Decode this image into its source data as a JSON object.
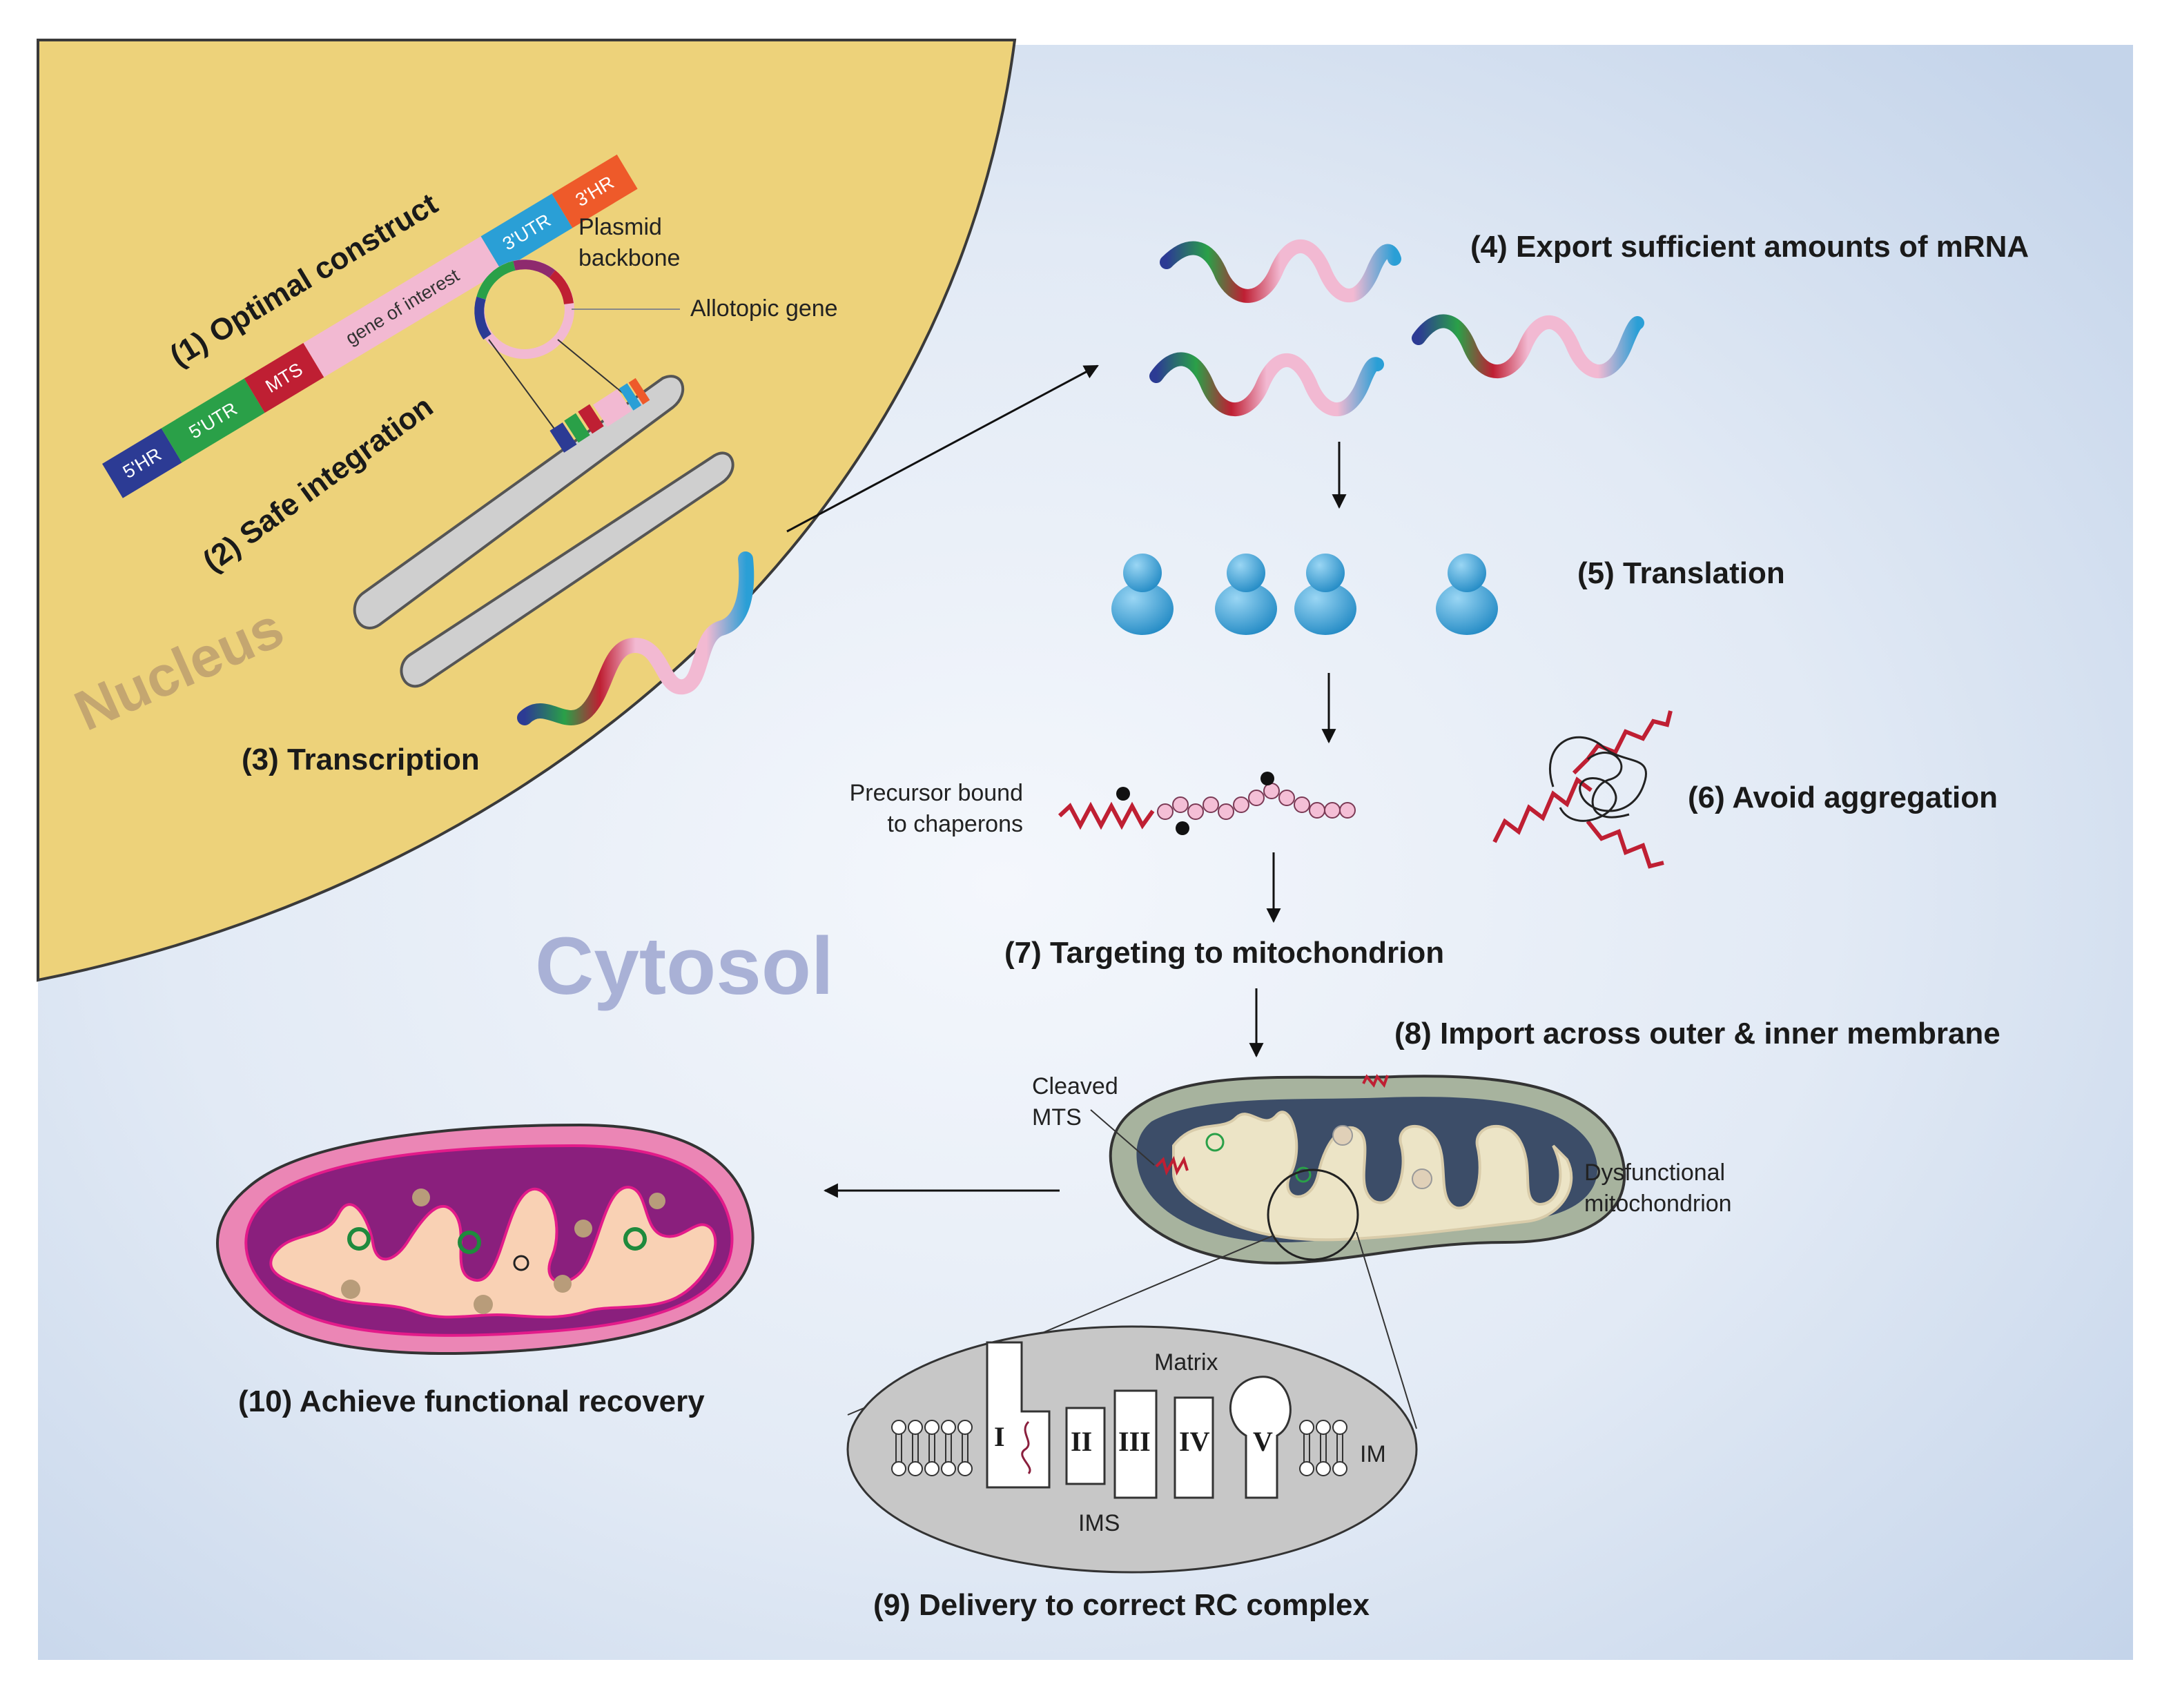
{
  "regions": {
    "nucleus": "Nucleus",
    "cytosol": "Cytosol"
  },
  "construct": {
    "segments": [
      "5'HR",
      "5'UTR",
      "MTS",
      "gene of interest",
      "3'UTR",
      "3'HR"
    ],
    "plasmid_label": [
      "Plasmid",
      "backbone"
    ],
    "allotopic_label": "Allotopic gene"
  },
  "steps": {
    "s1": "(1) Optimal construct",
    "s2": "(2) Safe integration",
    "s3": "(3) Transcription",
    "s4": "(4) Export sufficient amounts of mRNA",
    "s5": "(5) Translation",
    "s6": "(6) Avoid aggregation",
    "s7": "(7) Targeting to mitochondrion",
    "s8": "(8) Import across outer & inner membrane",
    "s9": "(9) Delivery to correct RC complex",
    "s10": "(10) Achieve functional recovery"
  },
  "notes": {
    "precursor": [
      "Precursor bound",
      "to chaperons"
    ],
    "cleaved": [
      "Cleaved",
      "MTS"
    ],
    "dysfunctional": [
      "Dysfunctional",
      "mitochondrion"
    ]
  },
  "inset": {
    "matrix": "Matrix",
    "ims": "IMS",
    "im": "IM",
    "complexes": [
      "I",
      "II",
      "III",
      "IV",
      "V"
    ]
  },
  "colors": {
    "nucleus_fill": "#edd27a",
    "cytosol_light": "#f1f5fb",
    "cytosol_dark": "#c7d6ea",
    "seg_5hr": "#2c3b94",
    "seg_5utr": "#2aa048",
    "seg_mts": "#bf1f33",
    "seg_goi": "#f2b9d2",
    "seg_3utr": "#2a9fd6",
    "seg_3hr": "#ee5a2a",
    "ribosome": "#2b9fd8",
    "mito_pink": "#e67aae",
    "mito_matrix": "#8e1f7e",
    "mito_cristae": "#f8cfb0"
  }
}
